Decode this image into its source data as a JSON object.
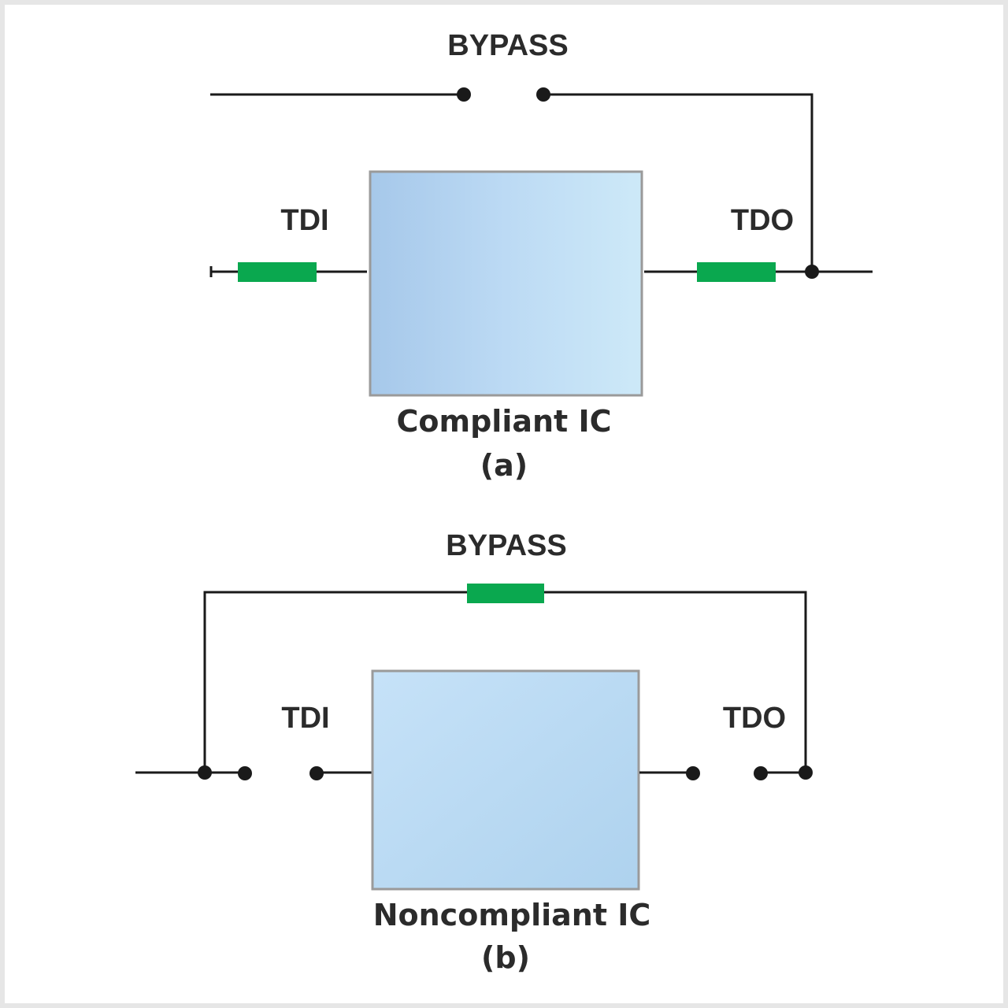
{
  "colors": {
    "register": "#0aa84f",
    "wire": "#1a1a1a",
    "chip_border": "#9a9a9a",
    "text": "#2b2b2b"
  },
  "diagram_a": {
    "bypass_label": "BYPASS",
    "tdi_label": "TDI",
    "tdo_label": "TDO",
    "chip_label": "Compliant IC",
    "part_label": "(a)"
  },
  "diagram_b": {
    "bypass_label": "BYPASS",
    "tdi_label": "TDI",
    "tdo_label": "TDO",
    "chip_label": "Noncompliant IC",
    "part_label": "(b)"
  }
}
